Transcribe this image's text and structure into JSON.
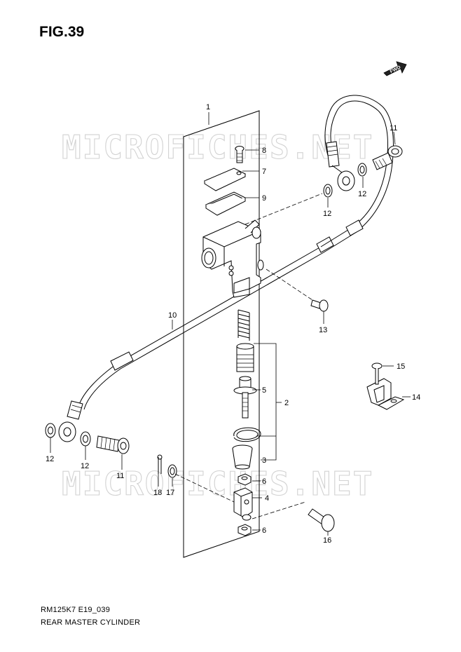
{
  "figure": {
    "title": "FIG.39"
  },
  "watermark": "MICROFICHES.NET",
  "fwd_badge": "FWD",
  "model_code": "RM125K7 E19_039",
  "diagram_name": "REAR MASTER CYLINDER",
  "callouts": {
    "c1": "1",
    "c2": "2",
    "c3": "3",
    "c4": "4",
    "c5": "5",
    "c6a": "6",
    "c6b": "6",
    "c7": "7",
    "c8": "8",
    "c9": "9",
    "c10": "10",
    "c11a": "11",
    "c11b": "11",
    "c12a": "12",
    "c12b": "12",
    "c12c": "12",
    "c12d": "12",
    "c13": "13",
    "c14": "14",
    "c15": "15",
    "c16": "16",
    "c17": "17",
    "c18": "18"
  }
}
